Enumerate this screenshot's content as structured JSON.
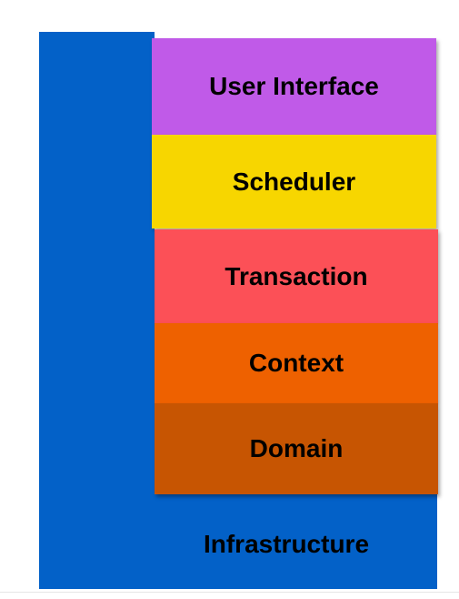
{
  "colors": {
    "infrastructure": "#0361c8",
    "user_interface": "#c05ae8",
    "scheduler": "#f7d600",
    "transaction": "#fc5057",
    "context": "#ee6100",
    "domain": "#c75502"
  },
  "infrastructure": {
    "label": "Infrastructure"
  },
  "layers": [
    {
      "key": "user_interface",
      "label": "User Interface"
    },
    {
      "key": "scheduler",
      "label": "Scheduler"
    },
    {
      "key": "transaction",
      "label": "Transaction"
    },
    {
      "key": "context",
      "label": "Context"
    },
    {
      "key": "domain",
      "label": "Domain"
    }
  ]
}
